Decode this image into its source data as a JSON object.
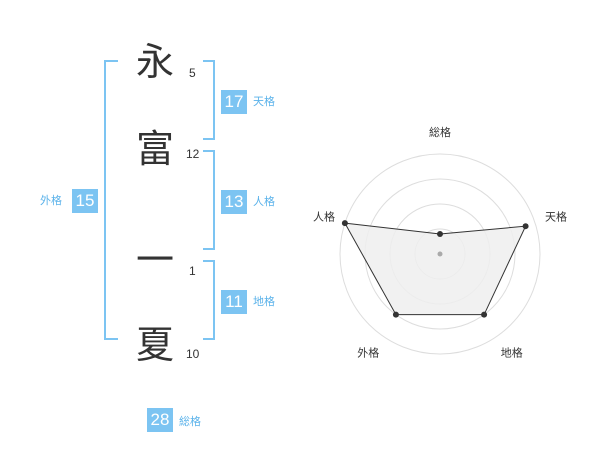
{
  "name": {
    "chars": [
      {
        "char": "永",
        "strokes": "5"
      },
      {
        "char": "富",
        "strokes": "12"
      },
      {
        "char": "一",
        "strokes": "1"
      },
      {
        "char": "夏",
        "strokes": "10"
      }
    ]
  },
  "kaku": {
    "tenkaku": {
      "value": "17",
      "label": "天格"
    },
    "jinkaku": {
      "value": "13",
      "label": "人格"
    },
    "chikaku": {
      "value": "11",
      "label": "地格"
    },
    "gaikaku": {
      "value": "15",
      "label": "外格"
    },
    "soukaku": {
      "value": "28",
      "label": "総格"
    }
  },
  "chart_data": {
    "type": "radar",
    "axes": [
      "総格",
      "天格",
      "地格",
      "外格",
      "人格"
    ],
    "values": [
      0.2,
      0.9,
      0.75,
      0.75,
      1.0
    ],
    "rings": 4,
    "colors": {
      "fill": "#eeeeee",
      "line": "#333333",
      "grid": "#dddddd",
      "center": "#aaaaaa"
    }
  },
  "colors": {
    "accent": "#7cc4f2",
    "accent_text": "#5ab2ea"
  }
}
